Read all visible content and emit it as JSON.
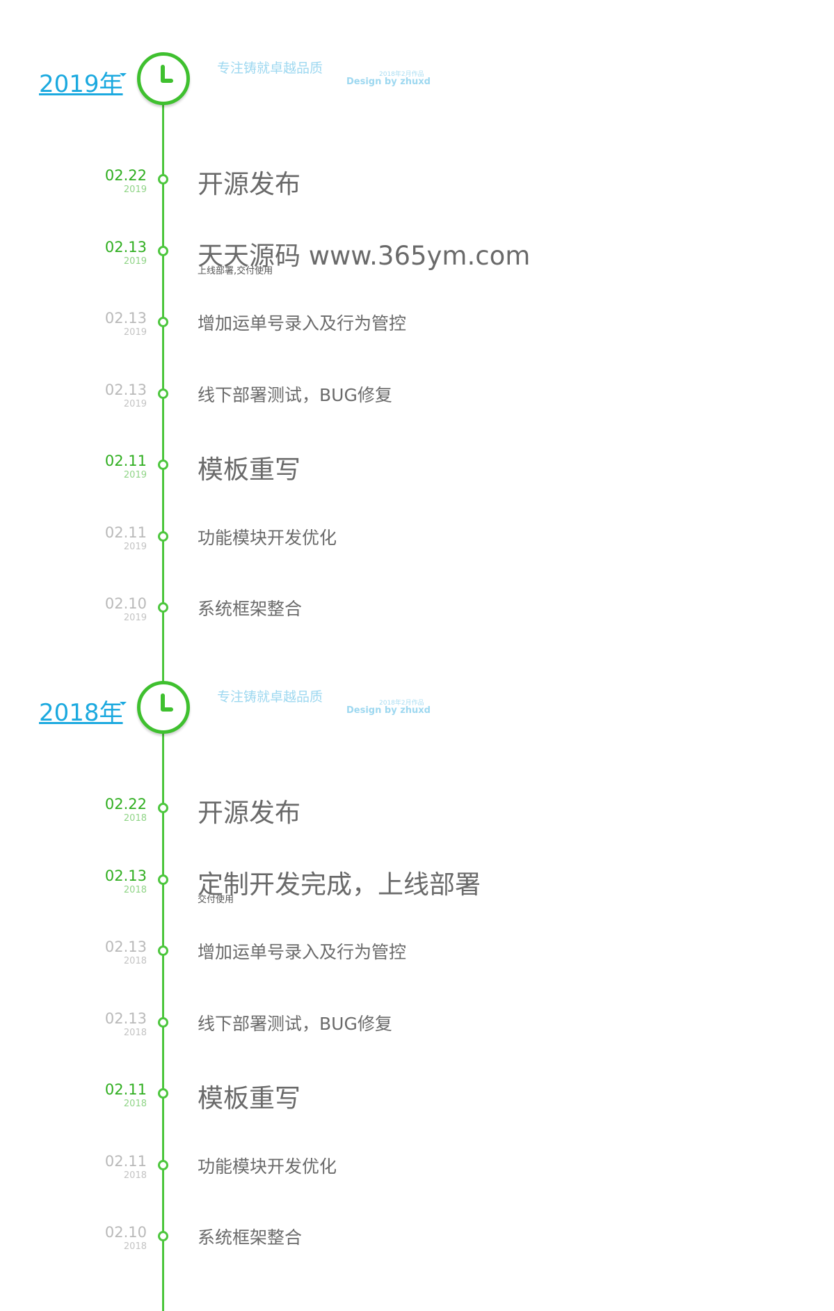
{
  "years": [
    {
      "year_label": "2019年",
      "slogan": "专注铸就卓越品质",
      "design_top": "2018年2月作品",
      "design_sub": "Design by zhuxd",
      "items": [
        {
          "date": "02.22",
          "year": "2019",
          "title": "开源发布",
          "subtitle": "",
          "highlight": true,
          "big": true
        },
        {
          "date": "02.13",
          "year": "2019",
          "title": "天天源码 www.365ym.com",
          "subtitle": "上线部署,交付使用",
          "highlight": true,
          "big": true
        },
        {
          "date": "02.13",
          "year": "2019",
          "title": "增加运单号录入及行为管控",
          "subtitle": "",
          "highlight": false,
          "big": false
        },
        {
          "date": "02.13",
          "year": "2019",
          "title": "线下部署测试，BUG修复",
          "subtitle": "",
          "highlight": false,
          "big": false
        },
        {
          "date": "02.11",
          "year": "2019",
          "title": "模板重写",
          "subtitle": "",
          "highlight": true,
          "big": true
        },
        {
          "date": "02.11",
          "year": "2019",
          "title": "功能模块开发优化",
          "subtitle": "",
          "highlight": false,
          "big": false
        },
        {
          "date": "02.10",
          "year": "2019",
          "title": "系统框架整合",
          "subtitle": "",
          "highlight": false,
          "big": false
        }
      ]
    },
    {
      "year_label": "2018年",
      "slogan": "专注铸就卓越品质",
      "design_top": "2018年2月作品",
      "design_sub": "Design by zhuxd",
      "items": [
        {
          "date": "02.22",
          "year": "2018",
          "title": "开源发布",
          "subtitle": "",
          "highlight": true,
          "big": true
        },
        {
          "date": "02.13",
          "year": "2018",
          "title": "定制开发完成，上线部署",
          "subtitle": "交付使用",
          "highlight": true,
          "big": true
        },
        {
          "date": "02.13",
          "year": "2018",
          "title": "增加运单号录入及行为管控",
          "subtitle": "",
          "highlight": false,
          "big": false
        },
        {
          "date": "02.13",
          "year": "2018",
          "title": "线下部署测试，BUG修复",
          "subtitle": "",
          "highlight": false,
          "big": false
        },
        {
          "date": "02.11",
          "year": "2018",
          "title": "模板重写",
          "subtitle": "",
          "highlight": true,
          "big": true
        },
        {
          "date": "02.11",
          "year": "2018",
          "title": "功能模块开发优化",
          "subtitle": "",
          "highlight": false,
          "big": false
        },
        {
          "date": "02.10",
          "year": "2018",
          "title": "系统框架整合",
          "subtitle": "",
          "highlight": false,
          "big": false
        }
      ]
    }
  ],
  "colors": {
    "accent_green": "#4cc63d",
    "date_green": "#2fae1f",
    "year_link_blue": "#1ba9df",
    "slogan_blue": "#9ed8f0",
    "title_gray": "#6a6a6a",
    "date_gray": "#b9b9b9"
  },
  "icons": {
    "year_marker": "clock-icon",
    "item_marker": "timeline-dot-icon",
    "dropdown": "caret-down-icon"
  }
}
